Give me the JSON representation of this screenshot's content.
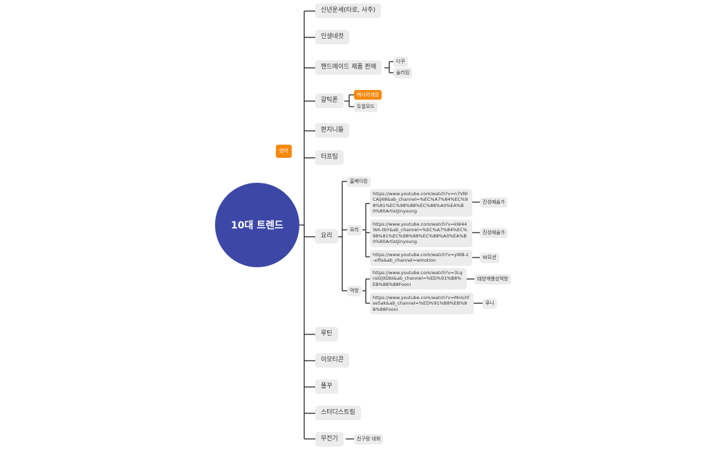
{
  "root": {
    "label": "10대 트렌드"
  },
  "floating_tag": {
    "label": "영어",
    "color": "#f7890f"
  },
  "branches": [
    {
      "label": "신년운세(타로, 사주)"
    },
    {
      "label": "인생네컷"
    },
    {
      "label": "핸드메이드 제품 판매",
      "children": [
        {
          "label": "다꾸"
        },
        {
          "label": "슬라임"
        }
      ]
    },
    {
      "label": "갈틱폰",
      "children": [
        {
          "label": "캐시어게임",
          "highlight": true
        },
        {
          "label": "듀얼모드"
        }
      ]
    },
    {
      "label": "편지니들"
    },
    {
      "label": "터프팅"
    },
    {
      "label": "요리",
      "children": [
        {
          "label": "홈베이킹"
        },
        {
          "label": "요리",
          "children": [
            {
              "label": "https://www.youtube.com/watch?v=n7VNlCAij68&ab_channel=%EC%A7%84%EC%98%81%EC%98%88%EC%88%A0%EA%B0%80ArtistJinyoung",
              "child": "진성예술가"
            },
            {
              "label": "https://www.youtube.com/watch?v=kW44Yeh-tbY&ab_channel=%EC%A7%84%EC%98%81%EC%98%88%EC%88%A0%EA%B0%80ArtistJinyoung",
              "child": "진성예술가"
            },
            {
              "label": "https://www.youtube.com/watch?v=yWB-z-xifIs&ab_channel=wmotion",
              "child": "W모션"
            }
          ]
        },
        {
          "label": "먹방",
          "children": [
            {
              "label": "https://www.youtube.com/watch?v=3LqnsOjXDbI&ab_channel=%ED%91%B8%EB%8B%88Fooni",
              "child": "태양계행성먹방"
            },
            {
              "label": "https://www.youtube.com/watch?v=MniLhfse5ak&ab_channel=%ED%91%B8%EB%8B%88Fooni",
              "child": "푸니"
            }
          ]
        }
      ]
    },
    {
      "label": "루틴"
    },
    {
      "label": "이모티콘"
    },
    {
      "label": "폴꾸"
    },
    {
      "label": "스터디스트림"
    },
    {
      "label": "무전기",
      "children": [
        {
          "label": "친구랑 대화"
        }
      ]
    }
  ],
  "colors": {
    "root": "#3d47a6",
    "line": "#222222",
    "node": "#ececec",
    "highlight": "#f7890f"
  }
}
